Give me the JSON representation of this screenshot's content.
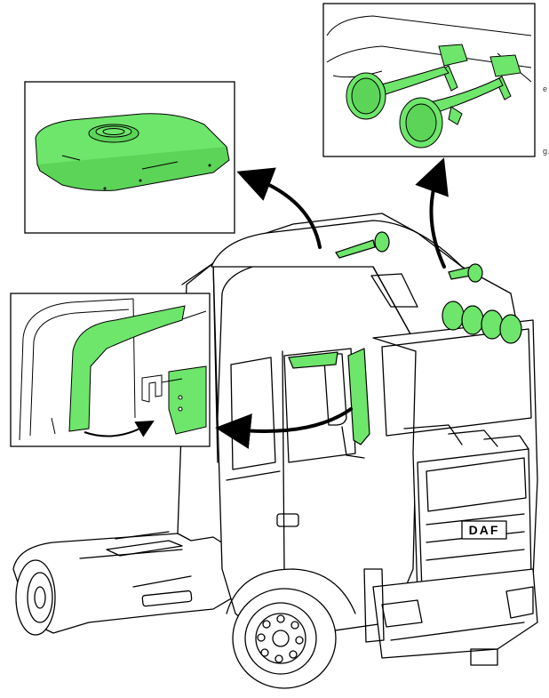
{
  "figure": {
    "background": "#ffffff",
    "line_color": "#000000",
    "highlight_color": "#6ee56b",
    "arrow_color": "#000000"
  },
  "truck": {
    "grille_badge": "DAF"
  },
  "callouts": [
    {
      "name": "roof-air-conditioner-unit",
      "highlighted": true
    },
    {
      "name": "air-horns",
      "highlighted": true
    },
    {
      "name": "side-deflector",
      "highlighted": true
    }
  ],
  "cut_text": {
    "fragment_1": "e",
    "fragment_2": "g."
  }
}
